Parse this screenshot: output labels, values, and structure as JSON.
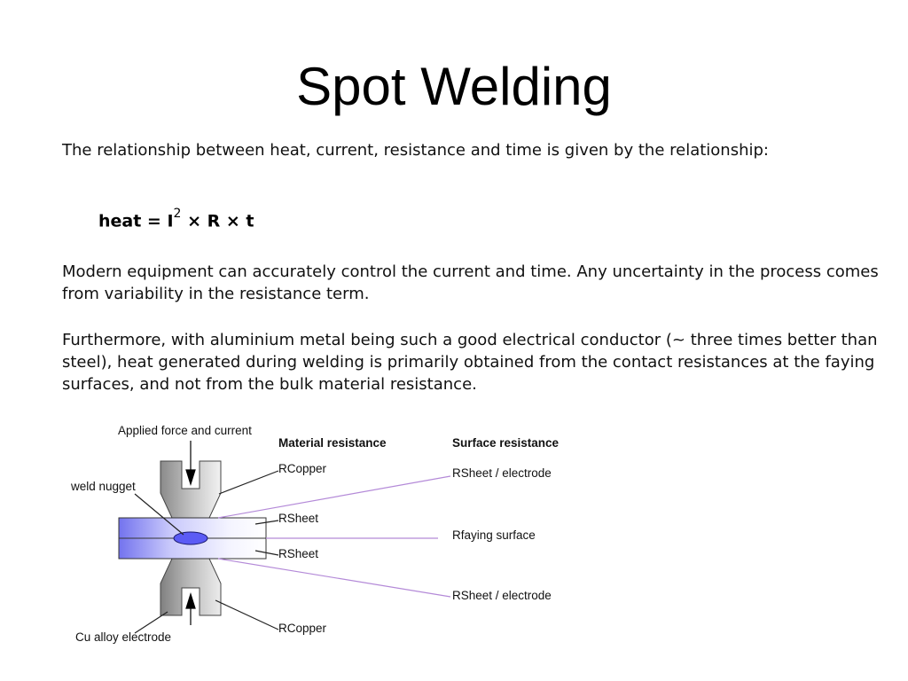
{
  "slide": {
    "title": "Spot Welding",
    "paragraph1": "The relationship between heat, current, resistance and time is given by the relationship:",
    "formula": {
      "lhs": "heat = I",
      "exponent": "2",
      "rhs": " × R × t"
    },
    "paragraph2": "Modern equipment can accurately control the current and time. Any uncertainty in the process comes from variability in the resistance term.",
    "paragraph3": "Furthermore, with aluminium metal being such a good electrical conductor (~ three times better than steel), heat generated during welding is primarily obtained from the contact resistances at the faying surfaces, and not from the bulk material resistance."
  },
  "diagram": {
    "applied_force_label": "Applied force and current",
    "weld_nugget_label": "weld nugget",
    "electrode_label": "Cu alloy electrode",
    "material_resistance_header": "Material resistance",
    "surface_resistance_header": "Surface resistance",
    "r_copper_top": "RCopper",
    "r_sheet_top": "RSheet",
    "r_sheet_bottom": "RSheet",
    "r_copper_bottom": "RCopper",
    "r_sheet_electrode_top": "RSheet / electrode",
    "r_faying_surface": "Rfaying surface",
    "r_sheet_electrode_bottom": "RSheet / electrode",
    "colors": {
      "electrode_gray": "#9a9a9a",
      "sheet_blue": "#8080f0",
      "nugget_blue": "#5b5bf5",
      "leader_purple": "#b48ad8"
    }
  }
}
